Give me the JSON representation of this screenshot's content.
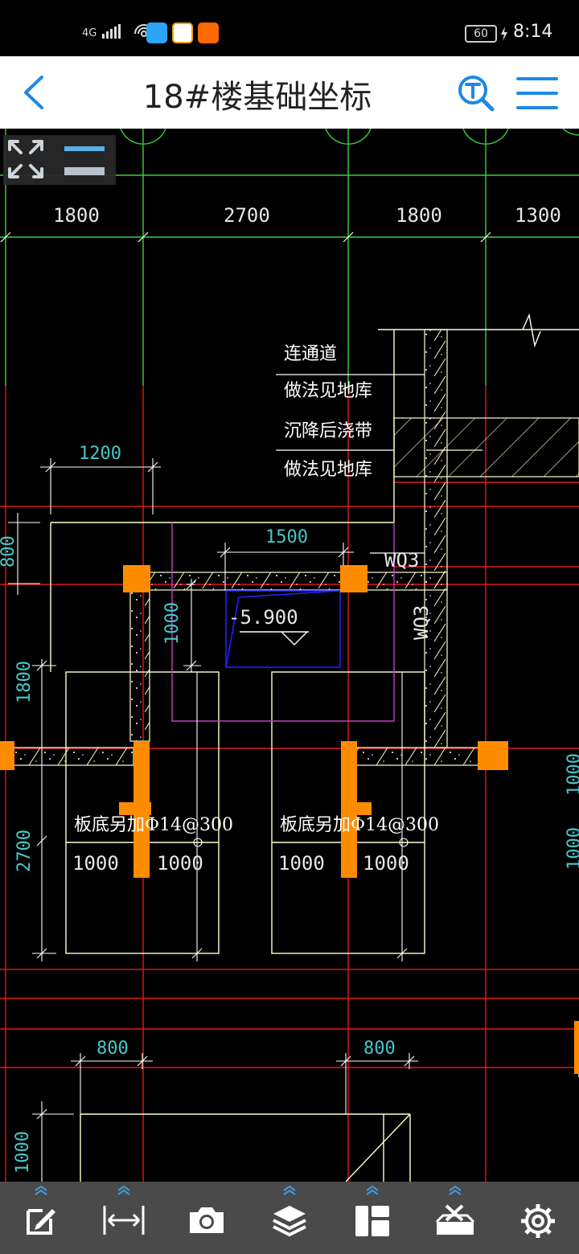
{
  "status_bar": {
    "network": "4G",
    "signal_sub": "1",
    "wifi_badge": "1",
    "battery": "60",
    "time": "8:14"
  },
  "header": {
    "title": "18#楼基础坐标",
    "back_icon": "chevron-left-icon",
    "search_icon": "text-search-icon",
    "menu_icon": "hamburger-menu-icon",
    "accent": "#1e88e5"
  },
  "drawing": {
    "top_dims": [
      "1800",
      "2700",
      "1800",
      "1300"
    ],
    "dim_1200": "1200",
    "dim_1500": "1500",
    "dim_800_left": "800",
    "dim_800_right": "800",
    "left_dim_1800": "1800",
    "left_dim_2700": "2700",
    "left_dim_1000": "1000",
    "left_dim_top_cut": "800",
    "inner_dim_1000": "1000",
    "right_dim_1000_a": "1000",
    "right_dim_1000_b": "1000",
    "elevation": "-5.900",
    "wq3_horizontal": "WQ3",
    "wq3_vertical": "WQ3",
    "notes": [
      "连通道",
      "做法见地库",
      "沉降后浇带",
      "做法见地库"
    ],
    "rebar_note_left": "板底另加Φ14@300",
    "rebar_note_right": "板底另加Φ14@300",
    "split_left": [
      "1000",
      "1000"
    ],
    "split_right": [
      "1000",
      "1000"
    ],
    "colors": {
      "axis_green": "#39d239",
      "axis_red": "#e01818",
      "column_orange": "#ff8c00",
      "wall_yellow": "#ffffcc",
      "dim_cyan": "#46c8c8",
      "outline_magenta": "#c040c0",
      "blue_box": "#2020ff"
    }
  },
  "toolbar": {
    "items": [
      {
        "name": "edit-icon"
      },
      {
        "name": "measure-icon"
      },
      {
        "name": "camera-icon"
      },
      {
        "name": "layers-icon"
      },
      {
        "name": "layout-icon"
      },
      {
        "name": "toolbox-icon"
      },
      {
        "name": "settings-gear-icon"
      }
    ]
  }
}
